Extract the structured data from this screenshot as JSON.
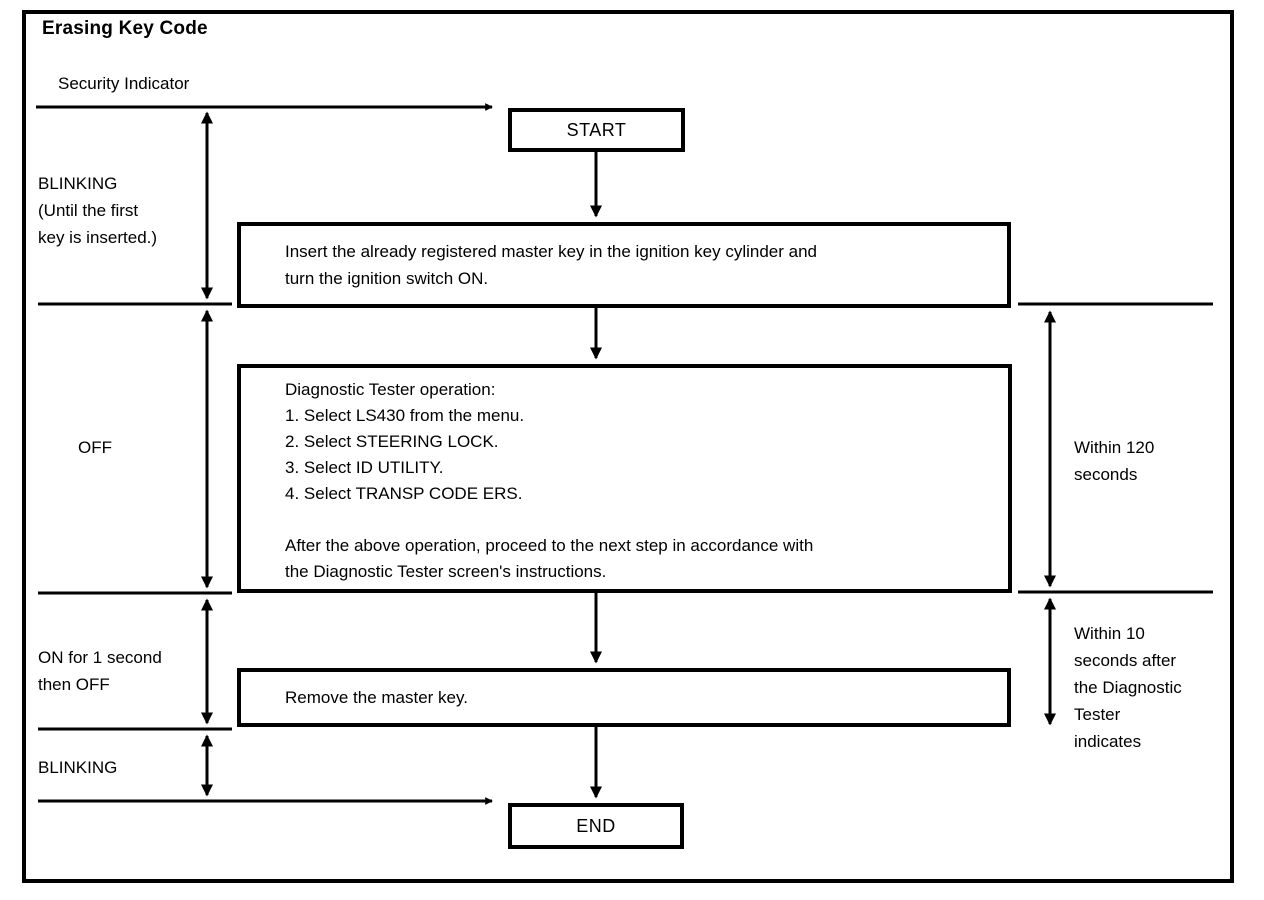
{
  "title": "Erasing Key Code",
  "colors": {
    "ink": "#000000",
    "paper": "#ffffff"
  },
  "diagram": {
    "security_indicator_label": "Security Indicator",
    "left_states": [
      {
        "label": "BLINKING\n(Until the first\nkey is inserted.)"
      },
      {
        "label": "OFF"
      },
      {
        "label": "ON for 1 second\nthen OFF"
      },
      {
        "label": "BLINKING"
      }
    ],
    "right_timings": [
      {
        "label": "Within 120\nseconds"
      },
      {
        "label": "Within 10\nseconds after\nthe Diagnostic\nTester\nindicates"
      }
    ],
    "nodes": {
      "start_label": "START",
      "step1_text": "Insert the already registered master key in the ignition key cylinder and\nturn the ignition switch ON.",
      "step2_text": "Diagnostic Tester operation:\n1. Select LS430 from the menu.\n2. Select STEERING LOCK.\n3. Select ID UTILITY.\n4. Select TRANSP CODE ERS.\n\nAfter the above operation, proceed to the next step in accordance with\nthe Diagnostic Tester screen's instructions.",
      "step3_text": "Remove the master key.",
      "end_label": "END"
    }
  }
}
